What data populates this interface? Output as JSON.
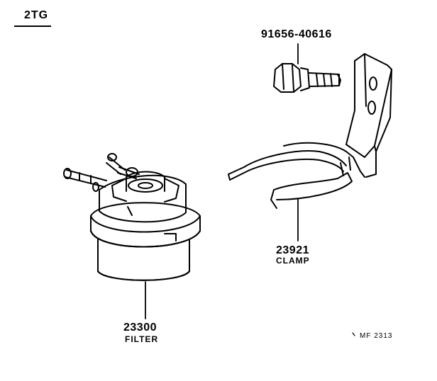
{
  "header": {
    "variant_label": "2TG"
  },
  "parts": {
    "bolt": {
      "number": "91656-40616"
    },
    "clamp": {
      "number": "23921",
      "name": "CLAMP"
    },
    "filter": {
      "number": "23300",
      "name": "FILTER"
    }
  },
  "footer": {
    "ref_code": "MF 2313"
  },
  "colors": {
    "line": "#000000",
    "background": "#ffffff"
  }
}
